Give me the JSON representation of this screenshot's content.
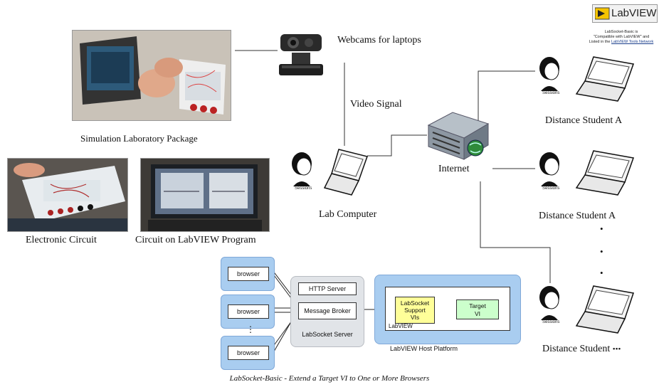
{
  "labels": {
    "webcams": "Webcams for laptops",
    "video_signal": "Video Signal",
    "simulation_package": "Simulation Laboratory Package",
    "internet": "Internet",
    "lab_computer": "Lab Computer",
    "electronic_circuit": "Electronic Circuit",
    "circuit_labview": "Circuit on LabVIEW Program",
    "student_a1": "Distance Student A",
    "student_a2": "Distance Student A",
    "student_more": "Distance Student",
    "student_more_dots": "•••",
    "sessions": "Sessions",
    "ellipsis_vertical": "•"
  },
  "logo": {
    "name": "LabVIEW",
    "note_line1": "LabSocket-Basic is",
    "note_line2": "\"Compatible with LabVIEW\" and",
    "note_line3_prefix": "Listed in the",
    "note_line3_link": "LabVIEW Tools Network"
  },
  "architecture": {
    "browsers": [
      "browser",
      "browser",
      "browser"
    ],
    "browser_gap": "⋮",
    "http_server": "HTTP Server",
    "message_broker": "Message Broker",
    "labsocket_server": "LabSocket Server",
    "support_vis": [
      "LabSocket",
      "Support",
      "VIs"
    ],
    "target_vi": [
      "Target",
      "VI"
    ],
    "labview": "LabVIEW",
    "host_platform": "LabVIEW Host Platform",
    "caption": "LabSocket-Basic - Extend a Target VI to One or More Browsers"
  },
  "colors": {
    "browser_box": "#a9cdf0",
    "server_box": "#e1e4e8",
    "support_box": "#ffff99",
    "target_box": "#ccffcc"
  }
}
